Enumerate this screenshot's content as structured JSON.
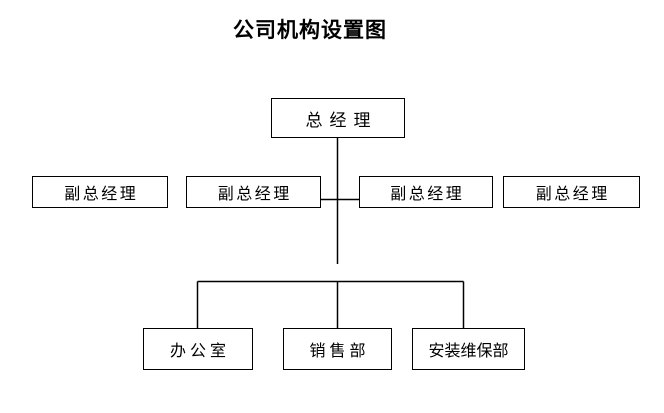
{
  "title": "公司机构设置图",
  "colors": {
    "background": "#ffffff",
    "line": "#000000",
    "text": "#000000"
  },
  "chart": {
    "root": {
      "label": "总经理"
    },
    "deputies": [
      {
        "label": "副总经理"
      },
      {
        "label": "副总经理"
      },
      {
        "label": "副总经理"
      },
      {
        "label": "副总经理"
      }
    ],
    "departments": [
      {
        "label": "办 公 室"
      },
      {
        "label": "销 售 部"
      },
      {
        "label": "安装维保部"
      }
    ]
  }
}
